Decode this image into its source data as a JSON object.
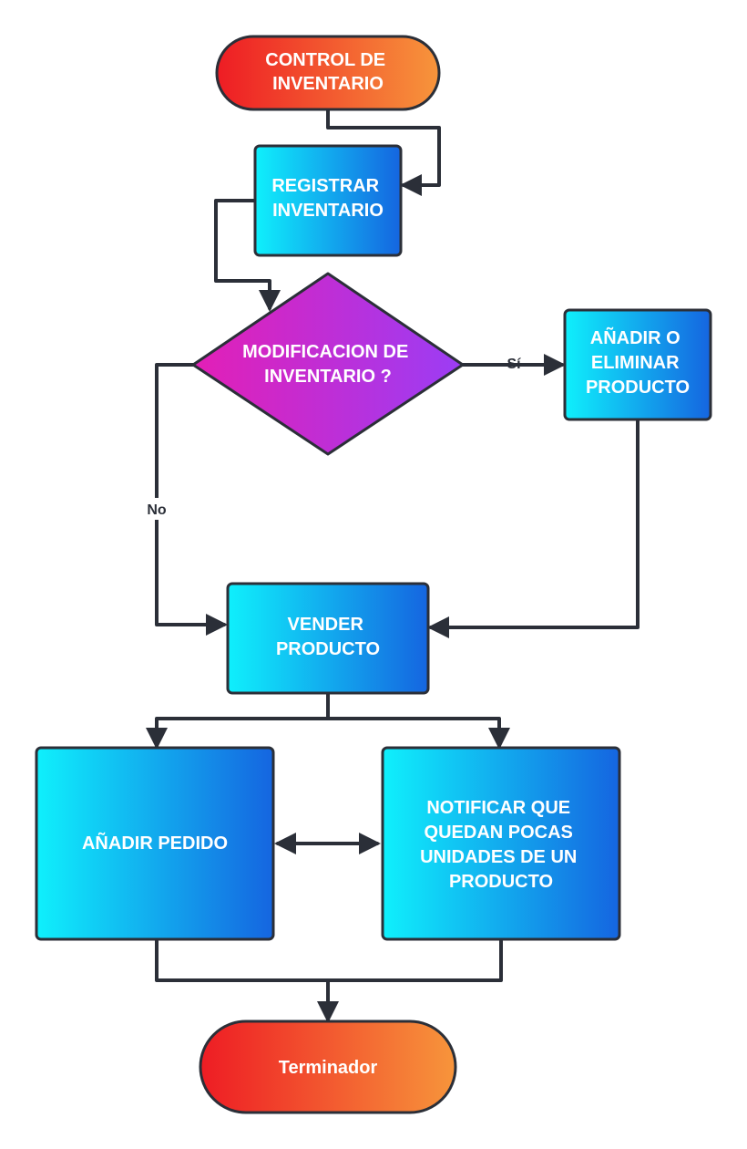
{
  "nodes": {
    "start": {
      "lines": [
        "CONTROL DE",
        "INVENTARIO"
      ],
      "gradient": "warm"
    },
    "registrar": {
      "lines": [
        "REGISTRAR",
        "INVENTARIO"
      ],
      "gradient": "cool"
    },
    "decision": {
      "lines": [
        "MODIFICACION DE",
        "INVENTARIO ?"
      ],
      "gradient": "purple"
    },
    "anadir_eliminar": {
      "lines": [
        "AÑADIR O",
        "ELIMINAR",
        "PRODUCTO"
      ],
      "gradient": "cool"
    },
    "vender": {
      "lines": [
        "VENDER",
        "PRODUCTO"
      ],
      "gradient": "cool"
    },
    "anadir_pedido": {
      "lines": [
        "AÑADIR PEDIDO"
      ],
      "gradient": "cool"
    },
    "notificar": {
      "lines": [
        "NOTIFICAR QUE",
        "QUEDAN POCAS",
        "UNIDADES DE UN",
        "PRODUCTO"
      ],
      "gradient": "cool"
    },
    "end": {
      "lines": [
        "Terminador"
      ],
      "gradient": "warm"
    }
  },
  "edge_labels": {
    "yes": "Sí",
    "no": "No"
  },
  "colors": {
    "stroke": "#2b2f38",
    "warm_start": "#ee1c24",
    "warm_end": "#f7953b",
    "cool_start": "#0ff0fc",
    "cool_end": "#1565e0",
    "purple_start": "#e31fb6",
    "purple_end": "#9b3df5"
  }
}
